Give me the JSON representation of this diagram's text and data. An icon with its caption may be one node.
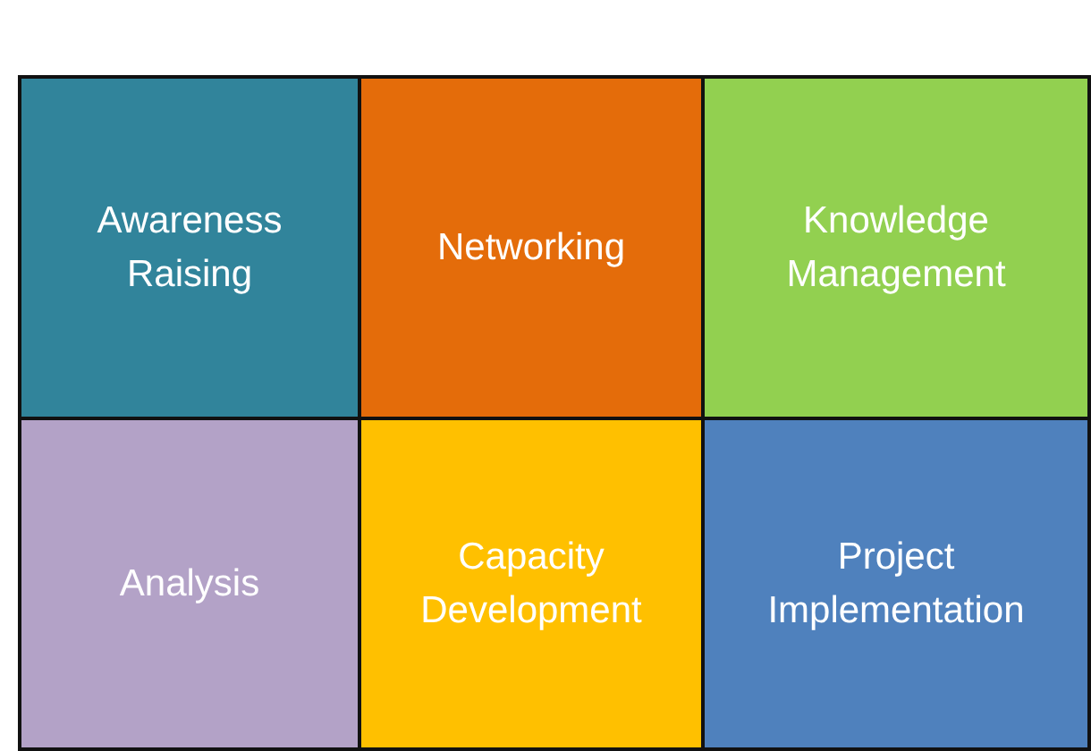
{
  "diagram": {
    "nodes": [
      {
        "text": [
          "Awareness Raising"
        ]
      },
      {
        "text": [
          "Networking"
        ]
      },
      {
        "text": [
          "Knowledge Management"
        ]
      },
      {
        "text": [
          "Analysis"
        ]
      },
      {
        "text": [
          "Capacity Development"
        ]
      },
      {
        "text": [
          "Project Implementation"
        ]
      }
    ]
  }
}
